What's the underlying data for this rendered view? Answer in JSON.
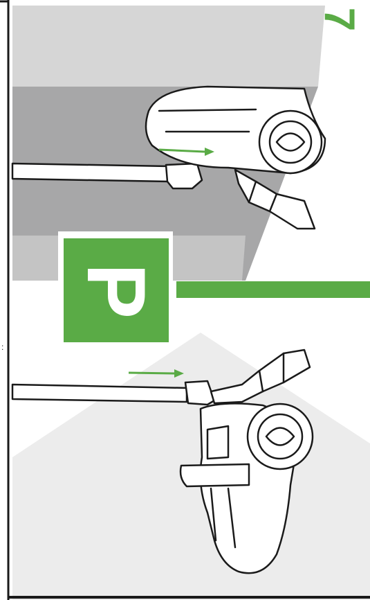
{
  "page": {
    "step_number": "7",
    "step_letter": "P",
    "colors": {
      "accent_green": "#5aab46",
      "band_light": "#d6d6d6",
      "band_dark": "#a7a7a8",
      "panel_gray": "#c4c4c4",
      "line_black": "#1a1a1a",
      "bg_chevron": "#ececec"
    }
  },
  "illustrations": {
    "top": {
      "subject": "canister-vacuum-hose-connection",
      "orientation": "rotated"
    },
    "bottom": {
      "subject": "canister-vacuum-hose-connection",
      "orientation": "rotated"
    }
  },
  "icons": [
    "arrow-right-icon",
    "arrow-right-icon"
  ]
}
